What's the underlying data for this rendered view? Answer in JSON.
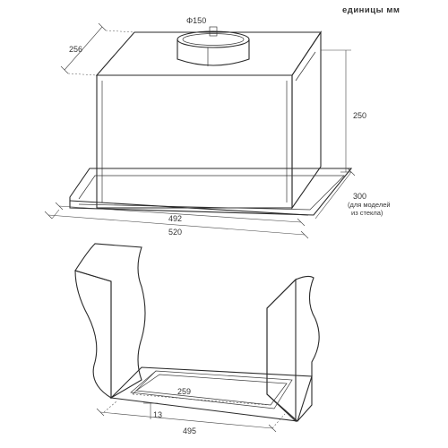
{
  "units_label": "единицы   мм",
  "top_view": {
    "duct_diameter": "Φ150",
    "depth": "256",
    "height": "250",
    "depth_glass": "300",
    "glass_note_line1": "(для моделей",
    "glass_note_line2": "из стекла)",
    "width_inner": "492",
    "width_outer": "520"
  },
  "cutout_view": {
    "depth": "259",
    "offset": "13",
    "width": "495"
  }
}
